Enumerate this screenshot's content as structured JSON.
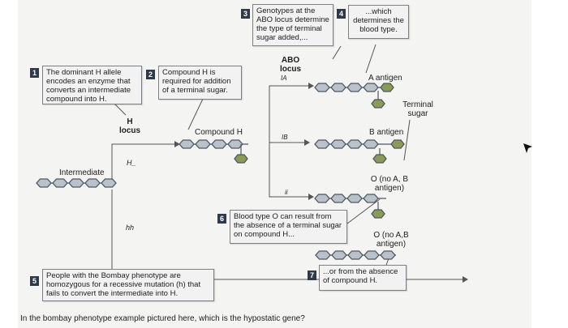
{
  "colors": {
    "hexagon_gray": "#b9c1cb",
    "hexagon_outline": "#4e5661",
    "terminal_green": "#8a9b58",
    "box_border": "#7c7f84",
    "number_badge": "#2e3a4a"
  },
  "boxes": {
    "b1": {
      "num": "1",
      "text": "The dominant H allele encodes an enzyme that converts an intermediate compound into H."
    },
    "b2": {
      "num": "2",
      "text": "Compound H is required for addition of a terminal sugar."
    },
    "b3": {
      "num": "3",
      "text": "Genotypes at the ABO locus determine the type of terminal sugar added,..."
    },
    "b4": {
      "num": "4",
      "text": "...which determines the blood type."
    },
    "b5": {
      "num": "5",
      "text": "People with the Bombay phenotype are homozygous for a recessive mutation (h) that fails to convert the intermediate into H."
    },
    "b6": {
      "num": "6",
      "text": "Blood type O can result from the absence of a terminal sugar on compound H..."
    },
    "b7": {
      "num": "7",
      "text": "...or from the absence of compound H."
    }
  },
  "labels": {
    "h_locus": "H locus",
    "abo_locus": "ABO locus",
    "intermediate": "Intermediate",
    "compound_h": "Compound H",
    "a_antigen": "A antigen",
    "b_antigen": "B antigen",
    "terminal_sugar": "Terminal sugar",
    "o_top": "O (no A, B antigen)",
    "o_bottom": "O (no A,B antigen)",
    "geno_h": "H_",
    "geno_hh": "hh",
    "geno_ia": "IA",
    "geno_ib": "IB",
    "geno_ii": "ii"
  },
  "question": "In the bombay phenotype example pictured here, which is the hypostatic gene?"
}
